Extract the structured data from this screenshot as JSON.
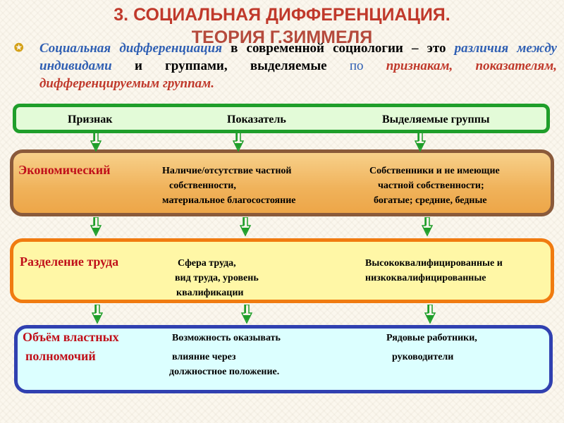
{
  "slide": {
    "title_line1": "3. СОЦИАЛЬНАЯ ДИФФЕРЕНЦИАЦИЯ.",
    "title_line2": "ТЕОРИЯ Г.ЗИММЕЛЯ",
    "intro": {
      "term": "Социальная дифференциация",
      "part1": " в современной социологии – это ",
      "differences": "различия между индивидами",
      "part2": " и группами, выделяемые ",
      "by": "по",
      "criteria": " признакам, показателям, дифференцируемым группам."
    }
  },
  "header": {
    "col1": "Признак",
    "col2": "Показатель",
    "col3": "Выделяемые группы"
  },
  "rows": [
    {
      "criterion": "Экономический",
      "indicator": [
        "Наличие/отсутствие частной",
        "собственности,",
        "материальное  благосостояние"
      ],
      "groups": [
        "Собственники и не имеющие",
        "частной собственности;",
        "богатые; средние, бедные"
      ]
    },
    {
      "criterion": "Разделение труда",
      "indicator": [
        "Сфера труда,",
        "вид труда, уровень",
        "квалификации"
      ],
      "groups": [
        "Высококвалифицированные и",
        "низкоквалифицированные"
      ]
    },
    {
      "criterion": [
        "Объём властных",
        "полномочий"
      ],
      "indicator": [
        "Возможность оказывать",
        "влияние  через",
        "должностное положение."
      ],
      "groups": [
        "Рядовые работники,",
        "руководители"
      ]
    }
  ],
  "colors": {
    "title": "#c0392b",
    "arrow": "#1f9e2a",
    "panel1_border": "#1f9e2a",
    "panel2_border": "#8a5a3a",
    "panel3_border": "#f07b10",
    "panel4_border": "#3040b0"
  }
}
